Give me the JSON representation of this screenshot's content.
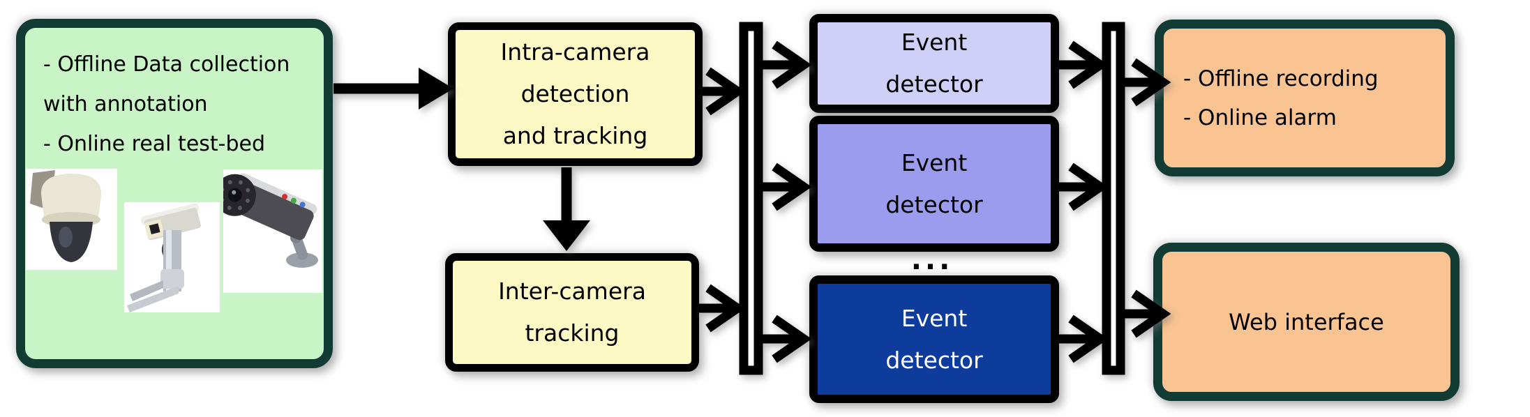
{
  "colors": {
    "green_box_fill": "#c9f4c5",
    "teal_border": "#123b34",
    "yellow_box_fill": "#fdf9c5",
    "event1_fill": "#cfcff8",
    "event2_fill": "#9c9cee",
    "event3_fill": "#0e3c9c",
    "event3_text": "#ffffff",
    "orange_box_fill": "#f9c492",
    "black_border": "#000000",
    "arrow_color": "#000000"
  },
  "nodes": {
    "data_collection": {
      "lines": [
        "- Offline Data collection",
        "with annotation",
        "- Online real test-bed"
      ],
      "camera_photos": [
        "dome-ptz-camera",
        "pole-mounted-box-camera",
        "bullet-camera"
      ]
    },
    "intra_camera": {
      "lines": [
        "Intra-camera",
        "detection",
        "and tracking"
      ]
    },
    "inter_camera": {
      "lines": [
        "Inter-camera",
        "tracking"
      ]
    },
    "event_detectors": [
      {
        "lines": [
          "Event",
          "detector"
        ]
      },
      {
        "lines": [
          "Event",
          "detector"
        ]
      },
      {
        "lines": [
          "Event",
          "detector"
        ]
      }
    ],
    "ellipsis": "...",
    "outputs": {
      "lines": [
        "- Offline recording",
        "- Online alarm"
      ]
    },
    "web_interface": {
      "label": "Web interface"
    }
  }
}
